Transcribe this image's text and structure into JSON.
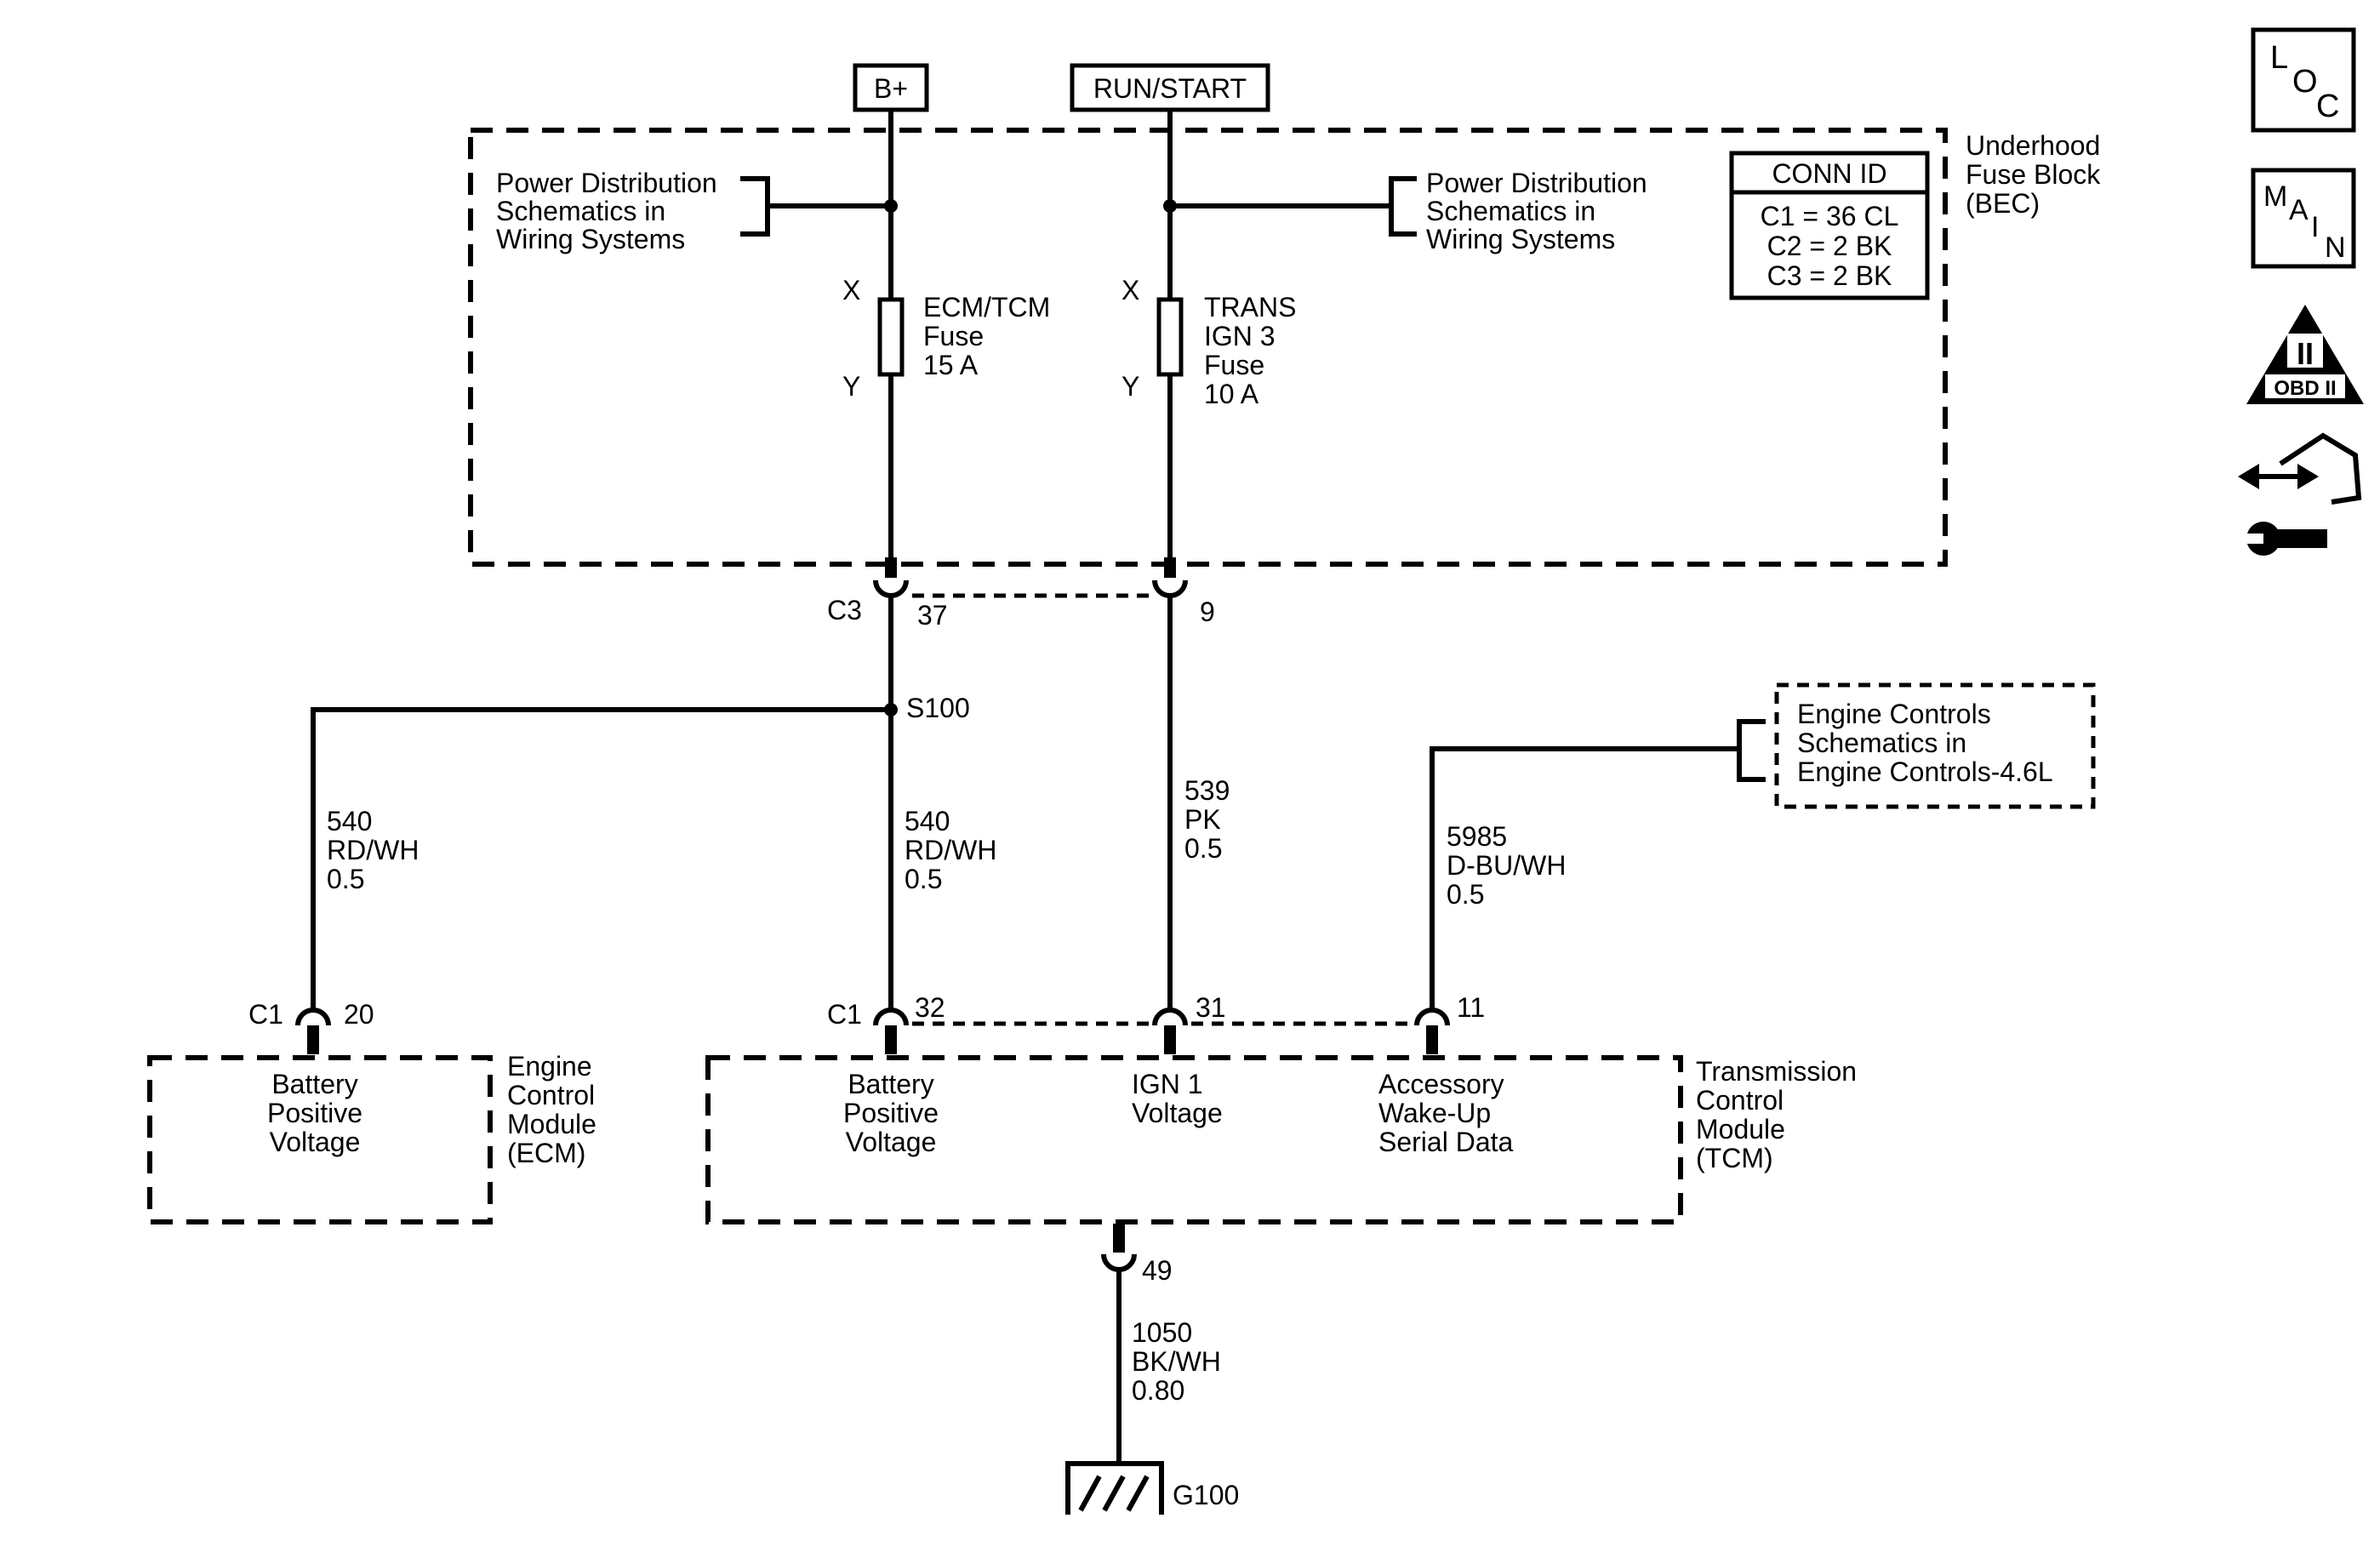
{
  "supplies": {
    "bplus": "B+",
    "runstart": "RUN/START"
  },
  "fuse_block": {
    "name_line1": "Underhood",
    "name_line2": "Fuse Block",
    "name_line3": "(BEC)",
    "conn_id_title": "CONN ID",
    "conn_ids": [
      "C1 = 36 CL",
      "C2 = 2 BK",
      "C3 = 2 BK"
    ],
    "ref_left": [
      "Power Distribution",
      "Schematics in",
      "Wiring Systems"
    ],
    "ref_right": [
      "Power Distribution",
      "Schematics in",
      "Wiring Systems"
    ],
    "fuse1": {
      "x": "X",
      "y": "Y",
      "line1": "ECM/TCM",
      "line2": "Fuse",
      "line3": "15 A"
    },
    "fuse2": {
      "x": "X",
      "y": "Y",
      "line1": "TRANS",
      "line2": "IGN 3",
      "line3": "Fuse",
      "line4": "10 A"
    }
  },
  "c3": {
    "name": "C3",
    "pin_a": "37",
    "pin_b": "9"
  },
  "splice": "S100",
  "wires": {
    "ecm_feed": [
      "540",
      "RD/WH",
      "0.5"
    ],
    "tcm_batt": [
      "540",
      "RD/WH",
      "0.5"
    ],
    "tcm_ign": [
      "539",
      "PK",
      "0.5"
    ],
    "tcm_wake": [
      "5985",
      "D-BU/WH",
      "0.5"
    ],
    "ground": [
      "1050",
      "BK/WH",
      "0.80"
    ]
  },
  "engine_ref": [
    "Engine Controls",
    "Schematics in",
    "Engine Controls-4.6L"
  ],
  "ecm": {
    "conn": "C1",
    "pin": "20",
    "name": [
      "Engine",
      "Control",
      "Module",
      "(ECM)"
    ],
    "pin_func": [
      "Battery",
      "Positive",
      "Voltage"
    ]
  },
  "tcm": {
    "conn": "C1",
    "pins": [
      "32",
      "31",
      "11"
    ],
    "name": [
      "Transmission",
      "Control",
      "Module",
      "(TCM)"
    ],
    "batt_func": [
      "Battery",
      "Positive",
      "Voltage"
    ],
    "ign_func": [
      "IGN 1",
      "Voltage"
    ],
    "wake_func": [
      "Accessory",
      "Wake-Up",
      "Serial Data"
    ],
    "ground_pin": "49"
  },
  "ground": "G100",
  "side_icons": {
    "loc": [
      "L",
      "O",
      "C"
    ],
    "main": [
      "M",
      "A",
      "I",
      "N"
    ],
    "obd_numeral": "II",
    "obd_label": "OBD II",
    "icon_names": [
      "loc-icon",
      "main-icon",
      "obd-ii-icon",
      "hand-tool-icon"
    ]
  }
}
